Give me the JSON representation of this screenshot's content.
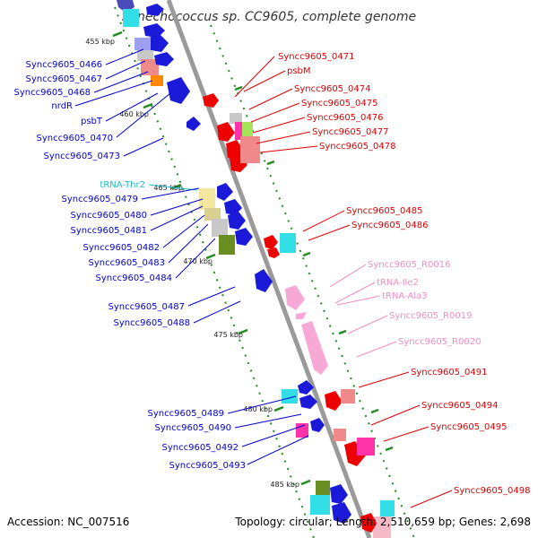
{
  "title": "Synechococcus sp. CC9605, complete genome",
  "footer": {
    "accession": "Accession: NC_007516",
    "topology": "Topology: circular; Length: 2,510,659 bp; Genes: 2,698"
  },
  "colors": {
    "left_label": "#0000cc",
    "right_label": "#dd0000",
    "pink_label": "#f08cc0",
    "trna_label": "#22b8c8",
    "backbone": "#9a9a9a",
    "tick": "#228b22"
  },
  "scale_labels": [
    "455 kbp",
    "460 kbp",
    "465 kbp",
    "470 kbp",
    "475 kbp",
    "480 kbp",
    "485 kbp"
  ],
  "left_labels": [
    {
      "text": "Syncc9605_0466",
      "kind": "blue"
    },
    {
      "text": "Syncc9605_0467",
      "kind": "blue"
    },
    {
      "text": "Syncc9605_0468",
      "kind": "blue"
    },
    {
      "text": "nrdR",
      "kind": "blue"
    },
    {
      "text": "psbT",
      "kind": "blue"
    },
    {
      "text": "Syncc9605_0470",
      "kind": "blue"
    },
    {
      "text": "Syncc9605_0473",
      "kind": "blue"
    },
    {
      "text": "tRNA-Thr2",
      "kind": "trna"
    },
    {
      "text": "Syncc9605_0479",
      "kind": "blue"
    },
    {
      "text": "Syncc9605_0480",
      "kind": "blue"
    },
    {
      "text": "Syncc9605_0481",
      "kind": "blue"
    },
    {
      "text": "Syncc9605_0482",
      "kind": "blue"
    },
    {
      "text": "Syncc9605_0483",
      "kind": "blue"
    },
    {
      "text": "Syncc9605_0484",
      "kind": "blue"
    },
    {
      "text": "Syncc9605_0487",
      "kind": "blue"
    },
    {
      "text": "Syncc9605_0488",
      "kind": "blue"
    },
    {
      "text": "Syncc9605_0489",
      "kind": "blue"
    },
    {
      "text": "Syncc9605_0490",
      "kind": "blue"
    },
    {
      "text": "Syncc9605_0492",
      "kind": "blue"
    },
    {
      "text": "Syncc9605_0493",
      "kind": "blue"
    }
  ],
  "right_labels": [
    {
      "text": "Syncc9605_0471",
      "kind": "red"
    },
    {
      "text": "psbM",
      "kind": "red"
    },
    {
      "text": "Syncc9605_0474",
      "kind": "red"
    },
    {
      "text": "Syncc9605_0475",
      "kind": "red"
    },
    {
      "text": "Syncc9605_0476",
      "kind": "red"
    },
    {
      "text": "Syncc9605_0477",
      "kind": "red"
    },
    {
      "text": "Syncc9605_0478",
      "kind": "red"
    },
    {
      "text": "Syncc9605_0485",
      "kind": "red"
    },
    {
      "text": "Syncc9605_0486",
      "kind": "red"
    },
    {
      "text": "Syncc9605_R0016",
      "kind": "pink"
    },
    {
      "text": "tRNA-Ile2",
      "kind": "pink"
    },
    {
      "text": "tRNA-Ala3",
      "kind": "pink"
    },
    {
      "text": "Syncc9605_R0019",
      "kind": "pink"
    },
    {
      "text": "Syncc9605_R0020",
      "kind": "pink"
    },
    {
      "text": "Syncc9605_0491",
      "kind": "red"
    },
    {
      "text": "Syncc9605_0494",
      "kind": "red"
    },
    {
      "text": "Syncc9605_0495",
      "kind": "red"
    },
    {
      "text": "Syncc9605_0498",
      "kind": "red"
    }
  ]
}
